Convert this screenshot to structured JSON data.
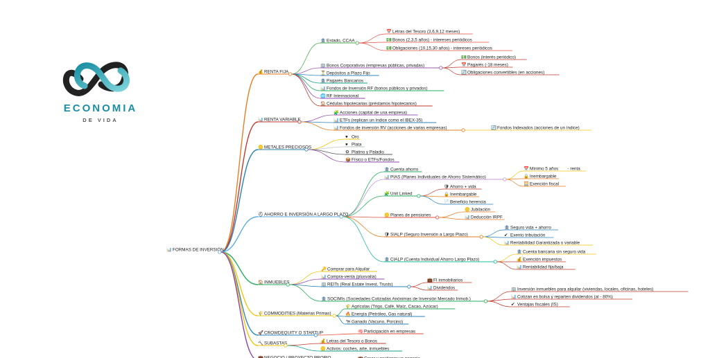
{
  "logo": {
    "line1": "ECONOMIA",
    "line2": "DE VIDA",
    "color": "#1b8fa3"
  },
  "root": {
    "label": "FORMAS DE INVERSIÓN",
    "icon": "chart-icon"
  },
  "branches": [
    {
      "id": "renta-fija",
      "label": "RENTA FIJA",
      "icon": "money-bag-icon",
      "color": "#e67e22",
      "children": [
        {
          "label": "Estado, CCAA",
          "icon": "bank-icon",
          "color": "#4caf50",
          "children": [
            {
              "label": "Letras del Tesoro (3,6,9,12 meses)",
              "icon": "calendar-icon",
              "color": "#e74c3c"
            },
            {
              "label": "Bonos (2,3,5 años) - intereses periódicos",
              "icon": "money-icon",
              "color": "#e74c3c"
            },
            {
              "label": "Obligaciones (10,15,30 años) - intereses periódicos",
              "icon": "money-icon",
              "color": "#e74c3c"
            }
          ]
        },
        {
          "label": "Bonos Corporativos (empresas públicas, privadas)",
          "icon": "building-icon",
          "color": "#9b59b6",
          "children": [
            {
              "label": "Bonos (interés periódico)",
              "icon": "money-icon",
              "color": "#c0392b"
            },
            {
              "label": "Pagarés (-18 meses)",
              "icon": "calendar-icon",
              "color": "#c0392b"
            },
            {
              "label": "Obligaciones convertibles (en acciones)",
              "icon": "refresh-icon",
              "color": "#c0392b"
            }
          ]
        },
        {
          "label": "Depósitos a Plazo Fijo",
          "icon": "hourglass-icon",
          "color": "#2e86c1"
        },
        {
          "label": "Pagarés Bancarios",
          "icon": "bank-icon",
          "color": "#16a085"
        },
        {
          "label": "Fondos de Inversión RF (bonos públicos y privados)",
          "icon": "chart-icon",
          "color": "#27ae60"
        },
        {
          "label": "RF Internacional",
          "icon": "globe-icon",
          "color": "#8e44ad"
        },
        {
          "label": "Cédulas hipotecarias (préstamos hipotecarios)",
          "icon": "house-icon",
          "color": "#c0392b"
        }
      ]
    },
    {
      "id": "renta-variable",
      "label": "RENTA VARIABLE",
      "icon": "chart-icon",
      "color": "#c0392b",
      "children": [
        {
          "label": "Acciones (capital de una empresa)",
          "icon": "puzzle-icon",
          "color": "#9b59b6"
        },
        {
          "label": "ETFs (replican un índice como el IBEX-35)",
          "icon": "chart-icon",
          "color": "#2980b9"
        },
        {
          "label": "Fondos de inversión RV (acciones de varias empresas)",
          "icon": "chart-icon",
          "color": "#e67e22",
          "children": [
            {
              "label": "Fondos Indexados (acciones de un índice)",
              "icon": "refresh-icon",
              "color": "#f1c40f"
            }
          ]
        }
      ]
    },
    {
      "id": "metales",
      "label": "METALES PRECIOSOS",
      "icon": "coin-icon",
      "color": "#2980b9",
      "children": [
        {
          "label": "Oro",
          "icon": "heart-icon",
          "color": "#f1c40f"
        },
        {
          "label": "Plata",
          "icon": "heart-icon",
          "color": "#bdc3c7"
        },
        {
          "label": "Platino y Paladio",
          "icon": "gear-icon",
          "color": "#555555"
        },
        {
          "label": "Físico o ETFs/Fondos",
          "icon": "box-icon",
          "color": "#8e44ad"
        }
      ]
    },
    {
      "id": "ahorro",
      "label": "AHORRO E INVERSIÓN A LARGO PLAZO",
      "icon": "lifebuoy-icon",
      "color": "#5dade2",
      "children": [
        {
          "label": "Cuenta ahorro",
          "icon": "bank-icon",
          "color": "#27ae60"
        },
        {
          "label": "PIAS (Planes Individuales de Ahorro Sistemático)",
          "icon": "chart-icon",
          "color": "#c39bd3",
          "children": [
            {
              "label": "Mínimo 5 años",
              "icon": "calendar-icon",
              "color": "#f1c40f",
              "suffix": " - renta"
            },
            {
              "label": "Inembargable",
              "icon": "lock-icon",
              "color": "#e67e22"
            },
            {
              "label": "Exención fiscal",
              "icon": "calculator-icon",
              "color": "#e67e22"
            }
          ]
        },
        {
          "label": "Unit Linked",
          "icon": "puzzle-icon",
          "color": "#27ae60",
          "children": [
            {
              "label": "Ahorro + vida",
              "icon": "shield-icon",
              "color": "#c0392b"
            },
            {
              "label": "Inembargable",
              "icon": "lock-icon",
              "color": "#e67e22"
            },
            {
              "label": "Beneficio herencia",
              "icon": "document-icon",
              "color": "#2980b9"
            }
          ]
        },
        {
          "label": "Planes de pensiones",
          "icon": "coin-icon",
          "color": "#e74c3c",
          "children": [
            {
              "label": "Jubilación",
              "icon": "coin-icon",
              "color": "#e67e22"
            },
            {
              "label": "Deducción IRPF",
              "icon": "chart-icon",
              "color": "#e67e22"
            }
          ]
        },
        {
          "label": "SIALP (Seguro Inversión a Largo Plazo)",
          "icon": "shield-icon",
          "color": "#e67e22",
          "children": [
            {
              "label": "Seguro vida + ahorro",
              "icon": "bank-icon",
              "color": "#2980b9"
            },
            {
              "label": "Exento tributación",
              "icon": "check-icon",
              "color": "#2980b9"
            },
            {
              "label": "Rentabilidad Garantizada o variable",
              "icon": "chart-icon",
              "color": "#f1c40f"
            }
          ]
        },
        {
          "label": "CIALP (Cuenta Individual Ahorro Largo Plazo)",
          "icon": "bank-icon",
          "color": "#1abc9c",
          "children": [
            {
              "label": "Cuenta bancaria sin seguro vida",
              "icon": "bank-icon",
              "color": "#f1c40f"
            },
            {
              "label": "Exención impuestos",
              "icon": "money-bag-icon",
              "color": "#c0392b"
            },
            {
              "label": "Rentabilidad fija/baja",
              "icon": "chart-icon",
              "color": "#c0392b"
            }
          ]
        }
      ]
    },
    {
      "id": "inmuebles",
      "label": "INMUEBLES",
      "icon": "house-icon",
      "color": "#27ae60",
      "children": [
        {
          "label": "Comprar para Alquilar",
          "icon": "key-icon",
          "color": "#f1c40f"
        },
        {
          "label": "Compra-venta (plusvalía)",
          "icon": "chart-icon",
          "color": "#8e44ad"
        },
        {
          "label": "REITs (Real Estate Invest. Trusts)",
          "icon": "building-icon",
          "color": "#2980b9",
          "children": [
            {
              "label": "FI inmobiliarios",
              "icon": "briefcase-icon",
              "color": "#c0392b"
            },
            {
              "label": "Dividendos",
              "icon": "chart-icon",
              "color": "#c0392b"
            }
          ]
        },
        {
          "label": "SOCIMIs (Sociedades Cotizadas Anónimas de Inversión Mercado Inmob.)",
          "icon": "bank-icon",
          "color": "#27ae60",
          "children": [
            {
              "label": "Inversión inmuebles para alquilar (viviendas, locales, oficinas, hoteles)",
              "icon": "building-icon",
              "color": "#c0392b"
            },
            {
              "label": "Cotizan en bolsa y reparten dividendos (al - 80%)",
              "icon": "chart-icon",
              "color": "#c0392b"
            },
            {
              "label": "Ventajas fiscales (IS)",
              "icon": "check-icon",
              "color": "#c0392b"
            }
          ]
        }
      ]
    },
    {
      "id": "commodities",
      "label": "COMMODITIES (Materias Primas)",
      "icon": "wheat-icon",
      "color": "#f1c40f",
      "children": [
        {
          "label": "Agrícolas (Trigo, Café, Maíz, Cacao, Azúcar)",
          "icon": "wheat-icon",
          "color": "#27ae60"
        },
        {
          "label": "Energía (Petróleo, Gas natural)",
          "icon": "fire-icon",
          "color": "#2980b9"
        },
        {
          "label": "Ganado (Vacuno, Porcino)",
          "icon": "cow-icon",
          "color": "#2980b9"
        }
      ]
    },
    {
      "id": "crowdequity",
      "label": "CROWDEQUITY O STARTUP",
      "icon": "rocket-icon",
      "color": "#2e86c1",
      "children": [
        {
          "label": "Participación en empresas",
          "icon": "brain-icon",
          "color": "#e74c3c"
        }
      ]
    },
    {
      "id": "subastas",
      "label": "SUBASTAS",
      "icon": "gavel-icon",
      "color": "#f1c40f",
      "children": [
        {
          "label": "Letras del Tesoro o Bonos",
          "icon": "money-bag-icon",
          "color": "#c0392b"
        },
        {
          "label": "Activos: coches, arte, inmuebles",
          "icon": "coin-icon",
          "color": "#16a085"
        }
      ]
    },
    {
      "id": "negocio",
      "label": "NEGOCIO / PROYECTO PROPIO",
      "icon": "briefcase-icon",
      "color": "#8e44ad",
      "children": [
        {
          "label": "Crear y gestionar un negocio",
          "icon": "briefcase-icon",
          "color": "#8e44ad"
        }
      ]
    }
  ]
}
